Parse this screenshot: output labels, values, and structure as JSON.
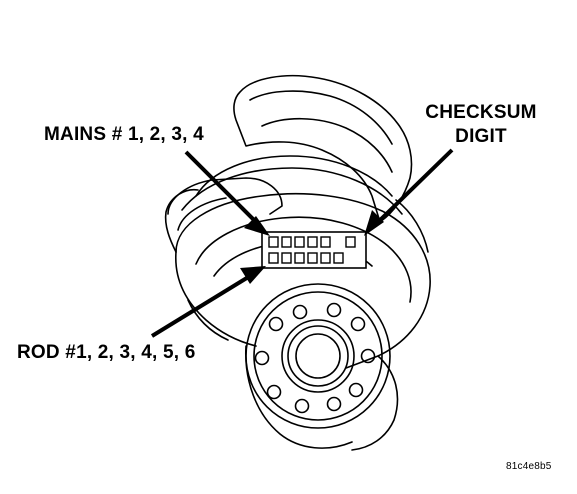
{
  "labels": {
    "mains": "MAINS # 1, 2, 3, 4",
    "checksum_line1": "CHECKSUM",
    "checksum_line2": "DIGIT",
    "rod": "ROD #1, 2, 3, 4, 5, 6"
  },
  "image_id": "81c4e8b5",
  "code_block": {
    "top_row_boxes": 5,
    "bottom_row_boxes": 6,
    "checksum_boxes": 1
  },
  "colors": {
    "ink": "#000000",
    "background": "#ffffff"
  }
}
